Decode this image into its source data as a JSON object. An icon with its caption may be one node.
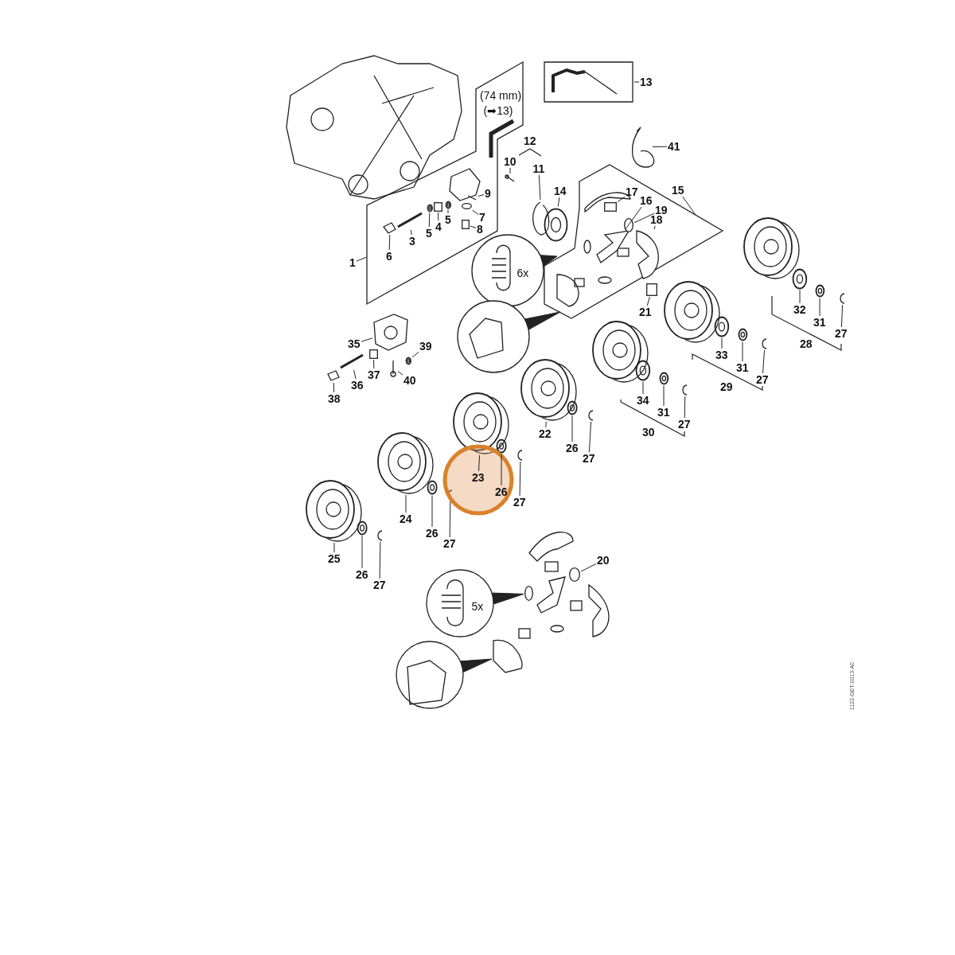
{
  "diagram": {
    "nodes": [
      {
        "text": [],
        "shape": "box"
      },
      {
        "text": [],
        "shape": "box"
      },
      {
        "text": [],
        "shape": "box"
      },
      {
        "text": [
          "13"
        ]
      },
      {
        "text": [
          "41"
        ]
      },
      {
        "text": [
          "11"
        ]
      },
      {
        "text": [
          "10"
        ]
      },
      {
        "text": [
          "14"
        ]
      },
      {
        "text": [
          "17"
        ],
        "in": 2
      },
      {
        "text": [
          "16"
        ],
        "in": 2
      },
      {
        "text": [
          "15"
        ]
      },
      {
        "text": [
          "19"
        ],
        "in": 2
      },
      {
        "text": [
          "9"
        ],
        "in": 1
      },
      {
        "text": [
          "18"
        ],
        "in": 2
      },
      {
        "text": [
          "7"
        ],
        "in": 1
      },
      {
        "text": [
          "5"
        ],
        "in": 1
      },
      {
        "text": [
          "4"
        ],
        "in": 1
      },
      {
        "text": [
          "5"
        ],
        "in": 1
      },
      {
        "text": [
          "8"
        ],
        "in": 1
      },
      {
        "text": [
          "3"
        ],
        "in": 1
      },
      {
        "text": [
          "6"
        ],
        "in": 1
      },
      {
        "text": [
          "1"
        ]
      },
      {
        "text": [
          "21"
        ]
      },
      {
        "text": [
          "35"
        ]
      },
      {
        "text": [
          "39"
        ]
      },
      {
        "text": [
          "37"
        ]
      },
      {
        "text": [
          "36"
        ]
      },
      {
        "text": [
          "40"
        ]
      },
      {
        "text": [
          "38"
        ]
      },
      {
        "text": [
          "32"
        ]
      },
      {
        "text": [
          "31"
        ]
      },
      {
        "text": [
          "27"
        ]
      },
      {
        "text": [
          "33"
        ]
      },
      {
        "text": [
          "31"
        ]
      },
      {
        "text": [
          "27"
        ]
      },
      {
        "text": [
          "34"
        ]
      },
      {
        "text": [
          "31"
        ]
      },
      {
        "text": [
          "27"
        ]
      },
      {
        "text": [
          "22"
        ]
      },
      {
        "text": [
          "26"
        ]
      },
      {
        "text": [
          "27"
        ]
      },
      {
        "text": [
          "23"
        ]
      },
      {
        "text": [
          "26"
        ]
      },
      {
        "text": [
          "27"
        ]
      },
      {
        "text": [
          "24"
        ]
      },
      {
        "text": [
          "26"
        ]
      },
      {
        "text": [
          "27"
        ]
      },
      {
        "text": [
          "25"
        ]
      },
      {
        "text": [
          "26"
        ]
      },
      {
        "text": [
          "27"
        ]
      },
      {
        "text": [
          "20"
        ]
      },
      {
        "text": [],
        "shape": "picture"
      },
      {
        "text": [],
        "shape": "picture"
      },
      {
        "text": [],
        "shape": "picture"
      },
      {
        "text": [],
        "shape": "picture"
      },
      {
        "text": [],
        "shape": "box",
        "in": 2
      },
      {
        "text": [],
        "shape": "picture",
        "in": 2
      },
      {
        "text": [],
        "shape": "circle",
        "in": 2
      },
      {
        "text": [],
        "shape": "picture",
        "in": 1
      },
      {
        "text": [],
        "shape": "picture",
        "in": 2
      },
      {
        "text": [],
        "shape": "circle",
        "in": 1
      },
      {
        "text": [],
        "shape": "picture",
        "in": 1
      },
      {
        "text": [],
        "shape": "box",
        "in": 1
      },
      {
        "text": [],
        "shape": "picture",
        "in": 1
      },
      {
        "text": [],
        "shape": "box",
        "in": 1
      },
      {
        "text": [],
        "shape": "picture",
        "in": 1
      },
      {
        "text": [],
        "shape": "picture",
        "in": 1
      },
      {
        "text": [],
        "shape": "box"
      },
      {
        "text": [],
        "shape": "picture"
      },
      {
        "text": [],
        "shape": "picture"
      },
      {
        "text": [],
        "shape": "box"
      },
      {
        "text": [],
        "shape": "picture"
      },
      {
        "text": [],
        "shape": "picture"
      },
      {
        "text": [],
        "shape": "picture"
      },
      {
        "text": [],
        "shape": "picture"
      },
      {
        "text": [],
        "shape": "picture"
      },
      {
        "text": [],
        "shape": "picture"
      },
      {
        "text": [],
        "shape": "picture"
      },
      {
        "text": [],
        "shape": "picture"
      },
      {
        "text": [],
        "shape": "picture"
      },
      {
        "text": [],
        "shape": "picture"
      },
      {
        "text": [],
        "shape": "picture"
      },
      {
        "text": [],
        "shape": "picture"
      },
      {
        "text": [],
        "shape": "picture"
      },
      {
        "text": [],
        "shape": "picture"
      },
      {
        "text": [],
        "shape": "picture"
      },
      {
        "text": [],
        "shape": "picture"
      },
      {
        "text": [],
        "shape": "picture"
      },
      {
        "text": [],
        "shape": "picture"
      },
      {
        "text": [],
        "shape": "picture"
      },
      {
        "text": [],
        "shape": "picture"
      },
      {
        "text": [],
        "shape": "picture"
      },
      {
        "text": [],
        "shape": "picture"
      },
      {
        "text": [],
        "shape": "picture"
      },
      {
        "text": [],
        "shape": "picture"
      },
      {
        "text": [],
        "shape": "circle"
      },
      {
        "text": [
          "6x"
        ]
      },
      {
        "text": [],
        "shape": "picture"
      },
      {
        "text": [
          "5x"
        ]
      },
      {
        "text": [],
        "shape": "picture"
      },
      {
        "text": [],
        "shape": "circle"
      },
      {
        "text": [],
        "shape": "picture"
      }
    ],
    "edges": [
      {
        "from": 3,
        "to": 0,
        "arrow": "none"
      },
      {
        "from": 4,
        "to": 51,
        "arrow": "none"
      },
      {
        "from": 5,
        "to": 52,
        "arrow": "none"
      },
      {
        "from": 6,
        "to": 53,
        "arrow": "none"
      },
      {
        "from": 7,
        "to": 54,
        "arrow": "none"
      },
      {
        "from": 8,
        "to": 55,
        "arrow": "none"
      },
      {
        "from": 9,
        "to": 56,
        "arrow": "none"
      },
      {
        "from": 10,
        "to": 2,
        "arrow": "none"
      },
      {
        "from": 11,
        "to": 57,
        "arrow": "none"
      },
      {
        "from": 12,
        "to": 58,
        "arrow": "none"
      },
      {
        "from": 13,
        "to": 59,
        "arrow": "none"
      },
      {
        "from": 14,
        "to": 60,
        "arrow": "none"
      },
      {
        "from": 15,
        "to": 61,
        "arrow": "none"
      },
      {
        "from": 16,
        "to": 62,
        "arrow": "none"
      },
      {
        "from": 17,
        "to": 63,
        "arrow": "none"
      },
      {
        "from": 18,
        "to": 64,
        "arrow": "none"
      },
      {
        "from": 19,
        "to": 65,
        "arrow": "none"
      },
      {
        "from": 20,
        "to": 66,
        "arrow": "none"
      },
      {
        "from": 21,
        "to": 1,
        "arrow": "none"
      },
      {
        "from": 22,
        "to": 67,
        "arrow": "none"
      },
      {
        "from": 23,
        "to": 68,
        "arrow": "none"
      },
      {
        "from": 24,
        "to": 69,
        "arrow": "none"
      },
      {
        "from": 25,
        "to": 70,
        "arrow": "none"
      },
      {
        "from": 26,
        "to": 71,
        "arrow": "none"
      },
      {
        "from": 27,
        "to": 72,
        "arrow": "none"
      },
      {
        "from": 28,
        "to": 73,
        "arrow": "none"
      },
      {
        "from": 29,
        "to": 74,
        "arrow": "none"
      },
      {
        "from": 30,
        "to": 75,
        "arrow": "none"
      },
      {
        "from": 31,
        "to": 76,
        "arrow": "none"
      },
      {
        "from": 32,
        "to": 77,
        "arrow": "none"
      },
      {
        "from": 33,
        "to": 78,
        "arrow": "none"
      },
      {
        "from": 34,
        "to": 79,
        "arrow": "none"
      },
      {
        "from": 35,
        "to": 80,
        "arrow": "none"
      },
      {
        "from": 36,
        "to": 81,
        "arrow": "none"
      },
      {
        "from": 37,
        "to": 82,
        "arrow": "none"
      },
      {
        "from": 38,
        "to": 83,
        "arrow": "none"
      },
      {
        "from": 39,
        "to": 84,
        "arrow": "none"
      },
      {
        "from": 40,
        "to": 85,
        "arrow": "none"
      },
      {
        "from": 41,
        "to": 86,
        "arrow": "none"
      },
      {
        "from": 42,
        "to": 87,
        "arrow": "none"
      },
      {
        "from": 43,
        "to": 88,
        "arrow": "none"
      },
      {
        "from": 44,
        "to": 89,
        "arrow": "none"
      },
      {
        "from": 45,
        "to": 90,
        "arrow": "none"
      },
      {
        "from": 46,
        "to": 91,
        "arrow": "none"
      },
      {
        "from": 47,
        "to": 92,
        "arrow": "none"
      },
      {
        "from": 48,
        "to": 93,
        "arrow": "none"
      },
      {
        "from": 49,
        "to": 94,
        "arrow": "none"
      },
      {
        "from": 50,
        "to": 95,
        "arrow": "none"
      },
      {
        "from": 96,
        "to": 2,
        "arrow": "to"
      },
      {
        "from": 97,
        "to": 2,
        "arrow": "to"
      },
      {
        "from": 98,
        "to": 100,
        "arrow": "to"
      },
      {
        "from": 99,
        "to": 101,
        "arrow": "to"
      }
    ],
    "labels": [
      "12",
      "(74 mm)",
      "(➡13)",
      "28",
      "29",
      "30",
      "1122-GET-0013-A0"
    ]
  }
}
